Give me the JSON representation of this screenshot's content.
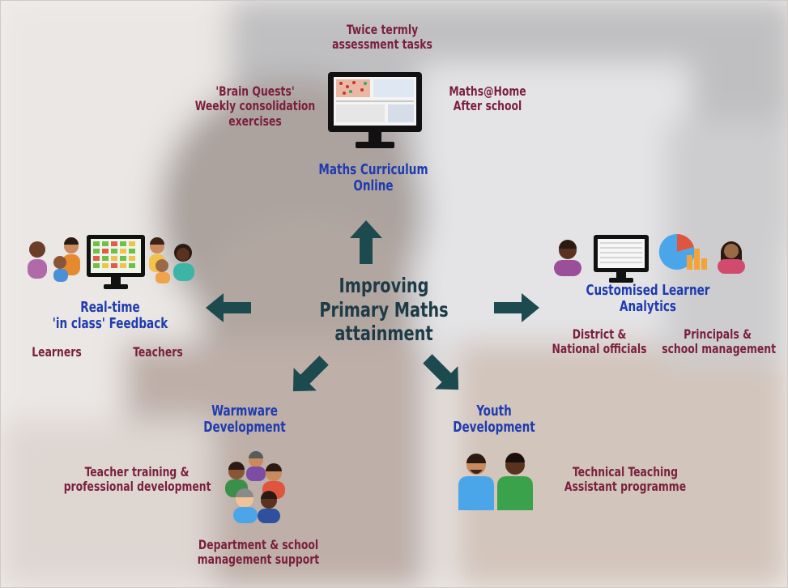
{
  "center": {
    "line1": "Improving",
    "line2": "Primary Maths",
    "line3": "attainment"
  },
  "top": {
    "assessment": {
      "line1": "Twice termly",
      "line2": "assessment tasks"
    },
    "brain_quests": {
      "line1": "'Brain Quests'",
      "line2": "Weekly consolidation",
      "line3": "exercises"
    },
    "maths_home": {
      "line1": "Maths@Home",
      "line2": "After school"
    },
    "title": {
      "line1": "Maths Curriculum",
      "line2": "Online"
    }
  },
  "left": {
    "title": {
      "line1": "Real-time",
      "line2": "'in class' Feedback"
    },
    "learners": "Learners",
    "teachers": "Teachers"
  },
  "right": {
    "title": {
      "line1": "Customised Learner",
      "line2": "Analytics"
    },
    "district": {
      "line1": "District &",
      "line2": "National officials"
    },
    "principals": {
      "line1": "Principals &",
      "line2": "school management"
    }
  },
  "bottom_left": {
    "title": {
      "line1": "Warmware",
      "line2": "Development"
    },
    "teacher_training": {
      "line1": "Teacher training &",
      "line2": "professional development"
    },
    "department": {
      "line1": "Department & school",
      "line2": "management support"
    }
  },
  "bottom_right": {
    "title": {
      "line1": "Youth",
      "line2": "Development"
    },
    "tta": {
      "line1": "Technical Teaching",
      "line2": "Assistant programme"
    }
  },
  "colors": {
    "maroon": "#7a1f3d",
    "blue": "#1f3bb0",
    "center_text": "#1d3b46",
    "arrow": "#1d4a4e"
  }
}
